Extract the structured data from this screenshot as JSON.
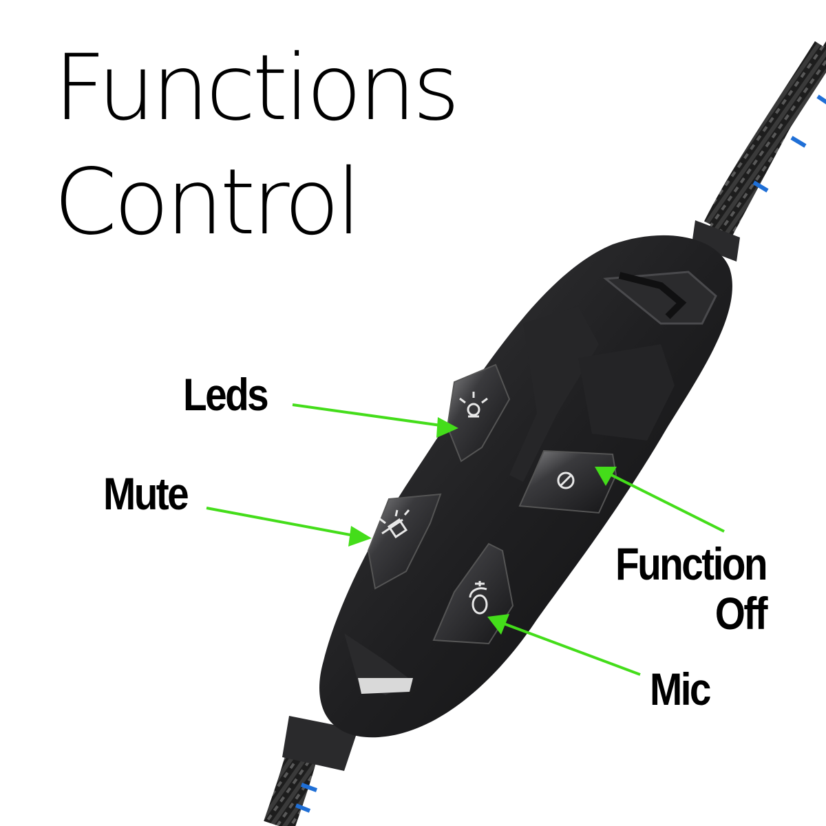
{
  "title": {
    "line1": "Functions",
    "line2": "Control"
  },
  "labels": {
    "leds": "Leds",
    "mute": "Mute",
    "function_line1": "Function",
    "function_line2": "Off",
    "mic": "Mic"
  },
  "colors": {
    "arrow": "#44dd1a",
    "device_body": "#1c1c1e",
    "cable_accent": "#1f6fd6"
  },
  "icons": {
    "leds_button": "lamp-icon",
    "mute_button": "muted-mic-icon",
    "function_button": "power-off-icon",
    "mic_button": "microphone-icon"
  }
}
